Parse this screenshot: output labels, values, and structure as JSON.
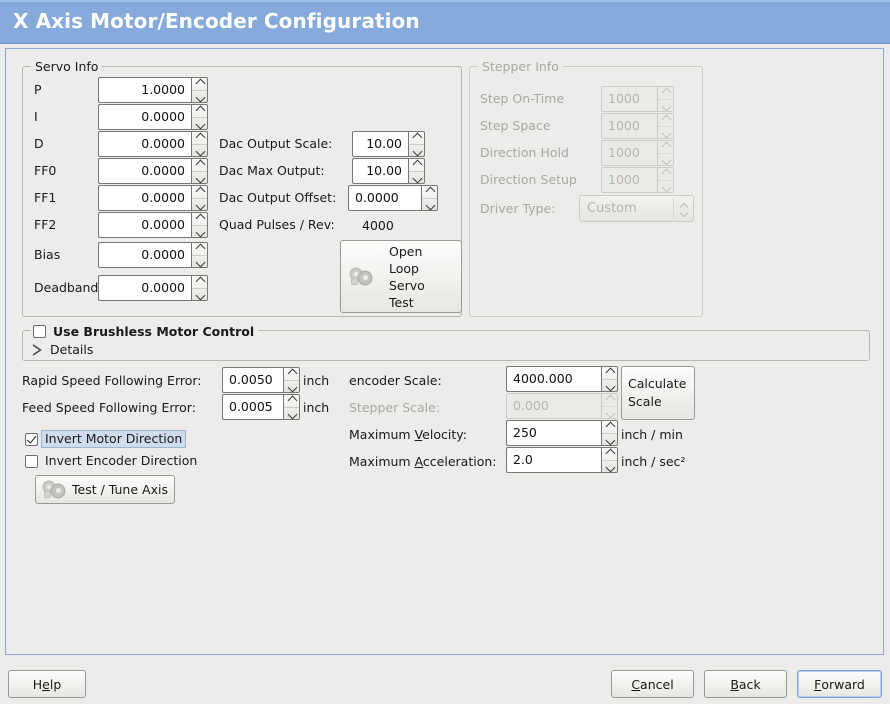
{
  "window": {
    "title": "X Axis Motor/Encoder Configuration"
  },
  "servo_info": {
    "legend": "Servo Info",
    "fields": [
      {
        "label": "P",
        "value": "1.0000"
      },
      {
        "label": "I",
        "value": "0.0000"
      },
      {
        "label": "D",
        "value": "0.0000"
      },
      {
        "label": "FF0",
        "value": "0.0000"
      },
      {
        "label": "FF1",
        "value": "0.0000"
      },
      {
        "label": "FF2",
        "value": "0.0000"
      },
      {
        "label": "Bias",
        "value": "0.0000"
      },
      {
        "label": "Deadband",
        "value": "0.0000"
      }
    ],
    "dac": [
      {
        "label": "Dac Output Scale:",
        "value": "10.00"
      },
      {
        "label": "Dac Max Output:",
        "value": "10.00"
      },
      {
        "label": "Dac Output Offset:",
        "value": "0.0000"
      }
    ],
    "quad_pulses_label": "Quad Pulses / Rev:",
    "quad_pulses_value": "4000",
    "open_loop_button": "Open\nLoop\nServo\nTest",
    "open_loop_lines": [
      "Open",
      "Loop",
      "Servo",
      "Test"
    ]
  },
  "stepper_info": {
    "legend": "Stepper Info",
    "enabled": false,
    "fields": [
      {
        "label": "Step On-Time",
        "value": "1000"
      },
      {
        "label": "Step Space",
        "value": "1000"
      },
      {
        "label": "Direction Hold",
        "value": "1000"
      },
      {
        "label": "Direction Setup",
        "value": "1000"
      }
    ],
    "driver_type_label": "Driver Type:",
    "driver_type_value": "Custom"
  },
  "brushless": {
    "checkbox_label": "Use Brushless Motor Control",
    "checked": false,
    "details_label": "Details",
    "details_expanded": false
  },
  "following_error": {
    "rapid_label": "Rapid Speed Following Error:",
    "rapid_value": "0.0050",
    "rapid_unit": "inch",
    "feed_label": "Feed Speed Following Error:",
    "feed_value": "0.0005",
    "feed_unit": "inch"
  },
  "invert": {
    "motor_label": "Invert Motor Direction",
    "motor_checked": true,
    "encoder_label": "Invert Encoder Direction",
    "encoder_checked": false
  },
  "test_tune_button": "Test / Tune Axis",
  "scales": {
    "encoder_label": "encoder Scale:",
    "encoder_value": "4000.000",
    "stepper_label": "Stepper Scale:",
    "stepper_value": "0.000",
    "stepper_enabled": false,
    "calculate_lines": [
      "Calculate",
      "Scale"
    ],
    "max_velocity_label_a": "Maximum ",
    "max_velocity_label_mnemonic": "V",
    "max_velocity_label_b": "elocity:",
    "max_velocity_value": "250",
    "max_velocity_unit": "inch / min",
    "max_accel_label_a": "Maximum ",
    "max_accel_label_mnemonic": "A",
    "max_accel_label_b": "cceleration:",
    "max_accel_value": "2.0",
    "max_accel_unit": "inch / sec²"
  },
  "footer": {
    "help_a": "H",
    "help_mn": "e",
    "help_b": "lp",
    "cancel_a": "",
    "cancel_mn": "C",
    "cancel_b": "ancel",
    "back_a": "",
    "back_mn": "B",
    "back_b": "ack",
    "forward_a": "",
    "forward_mn": "F",
    "forward_b": "orward"
  },
  "colors": {
    "title_bar": "#86aadc",
    "background": "#edecea",
    "pane_border": "#8aa9d4",
    "selection": "#cfdcee"
  }
}
